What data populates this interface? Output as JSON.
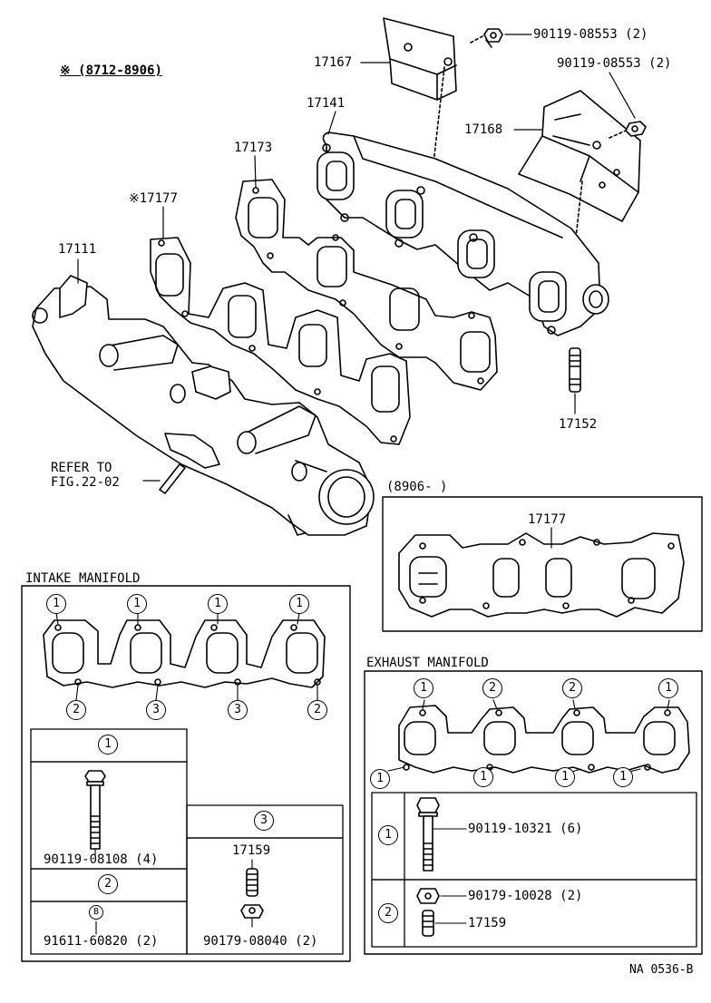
{
  "diagram": {
    "code": "NA 0536-B",
    "date_range_top": "※ (8712-8906)",
    "date_range_new": "(8906-        )",
    "refer_to_line1": "REFER TO",
    "refer_to_line2": "FIG.22-02",
    "callouts": {
      "p17167": "17167",
      "p17141": "17141",
      "p17173": "17173",
      "p17177_star": "※17177",
      "p17111": "17111",
      "p17168": "17168",
      "p17152": "17152",
      "p17177_new": "17177",
      "bolt_top1": "90119-08553 (2)",
      "bolt_top2": "90119-08553 (2)"
    },
    "intake": {
      "title": "INTAKE MANIFOLD",
      "top_markers": [
        "1",
        "1",
        "1",
        "1"
      ],
      "bottom_markers": [
        "2",
        "3",
        "3",
        "2"
      ],
      "box1_marker": "1",
      "box1_part": "90119-08108 (4)",
      "box2_marker": "2",
      "box2_sub": "B",
      "box2_part": "91611-60820 (2)",
      "box3_marker": "3",
      "box3_part_a": "17159",
      "box3_part_b": "90179-08040 (2)"
    },
    "exhaust": {
      "title": "EXHAUST MANIFOLD",
      "top_markers": [
        "1",
        "2",
        "2",
        "1"
      ],
      "bottom_markers": [
        "1",
        "1",
        "1",
        "1"
      ],
      "row1_marker": "1",
      "row1_part": "90119-10321 (6)",
      "row2_marker": "2",
      "row2_part_a": "90179-10028 (2)",
      "row2_part_b": "17159"
    }
  }
}
